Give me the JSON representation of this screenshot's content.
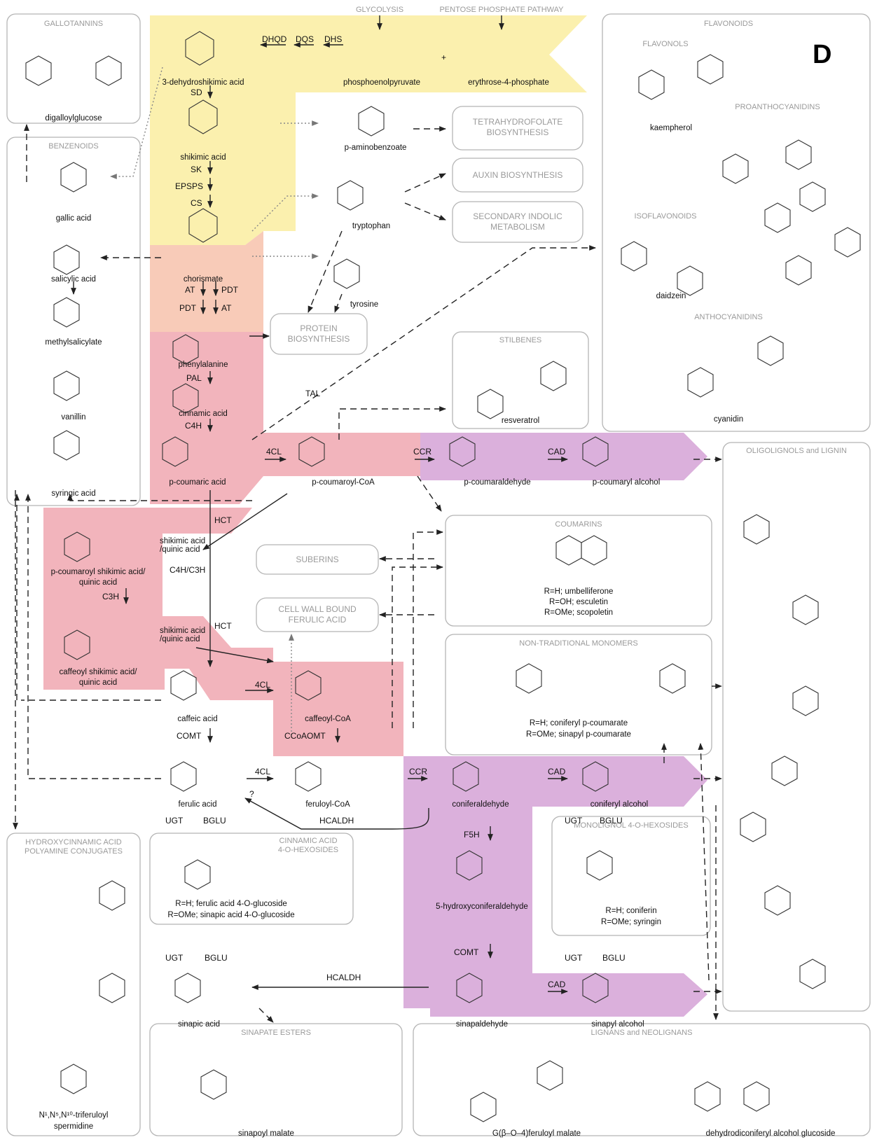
{
  "panel_letter": "D",
  "colors": {
    "yellow": "#fbf0ae",
    "peach": "#f8cbb8",
    "pink": "#f2b4bc",
    "purple": "#dbb0dc",
    "box_stroke": "#b5b5b5",
    "box_title": "#9a9a9a"
  },
  "top_labels": {
    "glycolysis": "GLYCOLYSIS",
    "pentose": "PENTOSE PHOSPHATE PATHWAY"
  },
  "groups": {
    "gallotannins": "GALLOTANNINS",
    "benzenoids": "BENZENOIDS",
    "flavonoids": "FLAVONOIDS",
    "flavonols": "FLAVONOLS",
    "proanthocyanidins": "PROANTHOCYANIDINS",
    "isoflavonoids": "ISOFLAVONOIDS",
    "anthocyanidins": "ANTHOCYANIDINS",
    "stilbenes": "STILBENES",
    "oligolignols": "OLIGOLIGNOLS and LIGNIN",
    "coumarins": "COUMARINS",
    "nontrad": "NON-TRADITIONAL MONOMERS",
    "monolignol_hex": "MONOLIGNOL 4-O-HEXOSIDES",
    "cinnamic_hex": [
      "CINNAMIC ACID",
      "4-O-HEXOSIDES"
    ],
    "hca_polyamine": [
      "HYDROXYCINNAMIC ACID",
      "POLYAMINE CONJUGATES"
    ],
    "sinapate_esters": "SINAPATE ESTERS",
    "lignans": "LIGNANS and NEOLIGNANS"
  },
  "boxes": {
    "thf": [
      "TETRAHYDROFOLATE",
      "BIOSYNTHESIS"
    ],
    "auxin": "AUXIN BIOSYNTHESIS",
    "indolic": [
      "SECONDARY INDOLIC",
      "METABOLISM"
    ],
    "protein": [
      "PROTEIN",
      "BIOSYNTHESIS"
    ],
    "suberins": "SUBERINS",
    "cellwall": [
      "CELL WALL BOUND",
      "FERULIC ACID"
    ]
  },
  "compounds": {
    "dehydroshikimic": "3-dehydroshikimic acid",
    "pep": "phosphoenolpyruvate",
    "e4p": "erythrose-4-phosphate",
    "shikimic": "shikimic acid",
    "chorismate": "chorismate",
    "phenylalanine": "phenylalanine",
    "cinnamic": "cinnamic acid",
    "pcoumaric": "p-coumaric acid",
    "pcoumaroylcoa": "p-coumaroyl-CoA",
    "pcoumaraldehyde": "p-coumaraldehyde",
    "pcoumarylalc": "p-coumaryl alcohol",
    "paminobenzoate": "p-aminobenzoate",
    "tryptophan": "tryptophan",
    "tyrosine": "tyrosine",
    "digalloylglucose": "digalloylglucose",
    "gallic": "gallic acid",
    "salicylic": "salicylic acid",
    "methylsalicylate": "methylsalicylate",
    "vanillin": "vanillin",
    "syringic": "syringic acid",
    "kaempherol": "kaempherol",
    "daidzein": "daidzein",
    "cyanidin": "cyanidin",
    "resveratrol": "resveratrol",
    "pcoumaroylshik": [
      "p-coumaroyl shikimic acid/",
      "quinic acid"
    ],
    "caffeoylshik": [
      "caffeoyl shikimic acid/",
      "quinic acid"
    ],
    "caffeic": "caffeic acid",
    "caffeoylcoa": "caffeoyl-CoA",
    "ferulic": "ferulic acid",
    "feruloylcoa": "feruloyl-CoA",
    "coniferaldehyde": "coniferaldehyde",
    "coniferylalc": "coniferyl alcohol",
    "hydroxyconiferaldehyde": "5-hydroxyconiferaldehyde",
    "sinapaldehyde": "sinapaldehyde",
    "sinapylalc": "sinapyl alcohol",
    "sinapic": "sinapic acid",
    "spermidine": [
      "N¹,N⁵,N¹⁰-triferuloyl",
      "spermidine"
    ],
    "sinapoylmalate": "sinapoyl malate",
    "gferuloylmalate": "G(β–O–4)feruloyl malate",
    "dehydrodiconiferyl": "dehydrodiconiferyl alcohol glucoside",
    "shik_quinic": [
      "shikimic acid",
      "/quinic acid"
    ]
  },
  "notes": {
    "coumarins": [
      "R=H; umbelliferone",
      "R=OH; esculetin",
      "R=OMe; scopoletin"
    ],
    "nontrad": [
      "R=H; coniferyl p-coumarate",
      "R=OMe; sinapyl p-coumarate"
    ],
    "monolignol_hex": [
      "R=H; coniferin",
      "R=OMe; syringin"
    ],
    "cinnamic_hex": [
      "R=H; ferulic acid 4-O-glucoside",
      "R=OMe; sinapic acid 4-O-glucoside"
    ]
  },
  "enzymes": {
    "dhqd": "DHQD",
    "dqs": "DQS",
    "dhs": "DHS",
    "sd": "SD",
    "sk": "SK",
    "epsps": "EPSPS",
    "cs": "CS",
    "at": "AT",
    "pdt": "PDT",
    "pal": "PAL",
    "c4h": "C4H",
    "fourcl": "4CL",
    "ccr": "CCR",
    "cad": "CAD",
    "tal": "TAL",
    "hct": "HCT",
    "c4hc3h": "C4H/C3H",
    "c3h": "C3H",
    "comt": "COMT",
    "ccoaomt": "CCoAOMT",
    "f5h": "F5H",
    "ugt": "UGT",
    "bglu": "BGLU",
    "hcaldh": "HCALDH",
    "question": "?",
    "plus": "+"
  }
}
